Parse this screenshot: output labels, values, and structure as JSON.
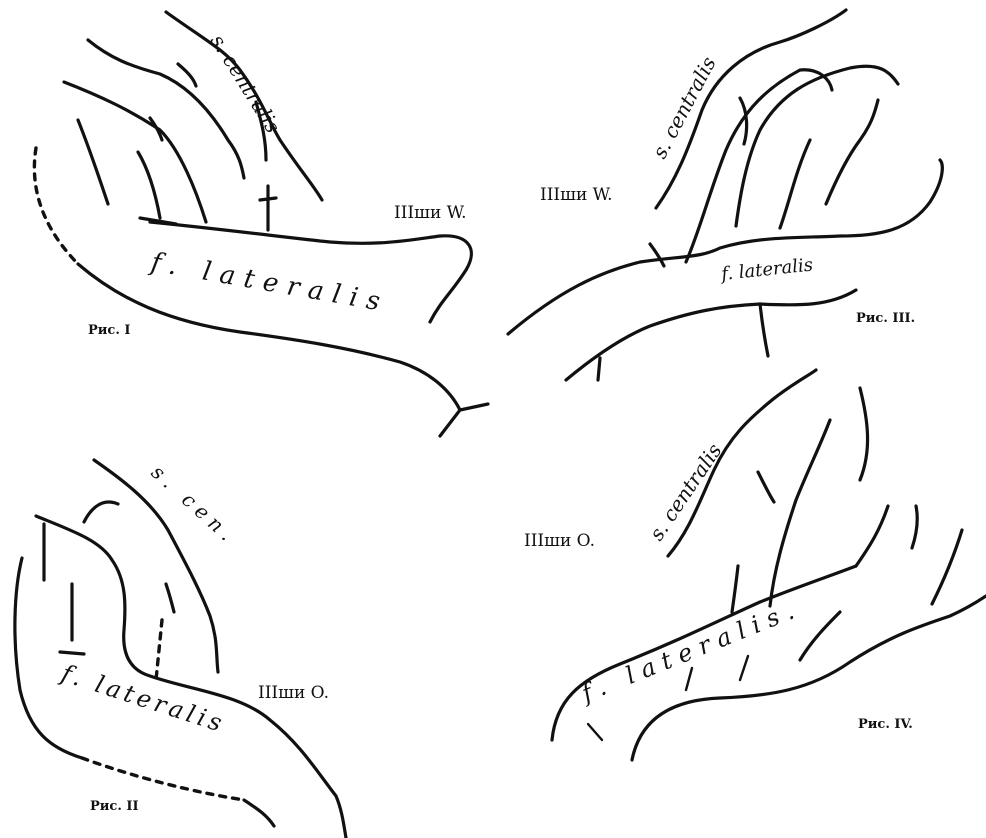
{
  "colors": {
    "ink": "#111111",
    "paper": "#ffffff"
  },
  "panels": [
    {
      "figure_label": "Рис. I",
      "type_label": "IIIши W.",
      "sulcus_label": "s. centralis",
      "fissure_label": "f. lateralis"
    },
    {
      "figure_label": "Рис. III.",
      "type_label": "IIIши W.",
      "sulcus_label": "s. centralis",
      "fissure_label": "f. lateralis"
    },
    {
      "figure_label": "Рис. II",
      "type_label": "IIIши O.",
      "sulcus_label": "s. cen.",
      "fissure_label": "f. lateralis"
    },
    {
      "figure_label": "Рис. IV.",
      "type_label": "IIIши O.",
      "sulcus_label": "s. centralis",
      "fissure_label": "f. lateralis."
    }
  ]
}
